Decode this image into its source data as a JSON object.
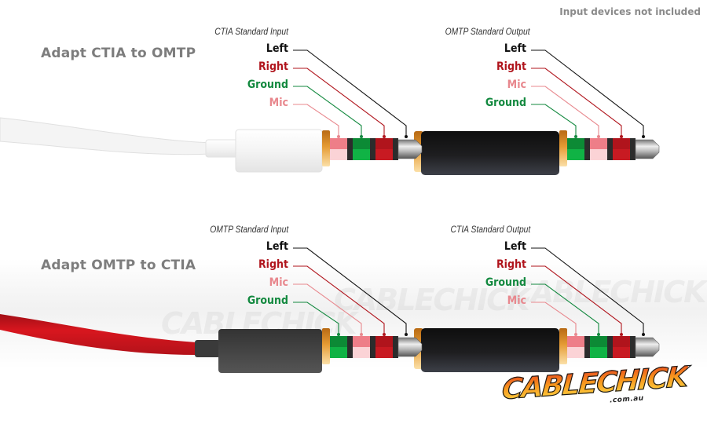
{
  "note": "Input devices not included",
  "colors": {
    "left": "#111111",
    "right": "#b0141c",
    "ground": "#13893f",
    "mic": "#e8888e",
    "title": "#7d7d7d",
    "white_cable": "#f2f2f2",
    "red_cable": "#c8141c",
    "black_adapter": "#1c1c1e",
    "gold_ring": "#e0922a"
  },
  "sections": [
    {
      "title": "Adapt CTIA to OMTP",
      "input": {
        "standard": "CTIA Standard Input",
        "pins": [
          {
            "label": "Left",
            "role": "left"
          },
          {
            "label": "Right",
            "role": "right"
          },
          {
            "label": "Ground",
            "role": "ground"
          },
          {
            "label": "Mic",
            "role": "mic"
          }
        ],
        "cable": "white"
      },
      "output": {
        "standard": "OMTP Standard Output",
        "pins": [
          {
            "label": "Left",
            "role": "left"
          },
          {
            "label": "Right",
            "role": "right"
          },
          {
            "label": "Mic",
            "role": "mic"
          },
          {
            "label": "Ground",
            "role": "ground"
          }
        ]
      }
    },
    {
      "title": "Adapt OMTP to CTIA",
      "input": {
        "standard": "OMTP Standard Input",
        "pins": [
          {
            "label": "Left",
            "role": "left"
          },
          {
            "label": "Right",
            "role": "right"
          },
          {
            "label": "Mic",
            "role": "mic"
          },
          {
            "label": "Ground",
            "role": "ground"
          }
        ],
        "cable": "red"
      },
      "output": {
        "standard": "CTIA Standard Output",
        "pins": [
          {
            "label": "Left",
            "role": "left"
          },
          {
            "label": "Right",
            "role": "right"
          },
          {
            "label": "Ground",
            "role": "ground"
          },
          {
            "label": "Mic",
            "role": "mic"
          }
        ]
      }
    }
  ],
  "logo": {
    "name": "CABLECHICK",
    "domain": ".com.au"
  },
  "watermark": "CABLECHICK"
}
